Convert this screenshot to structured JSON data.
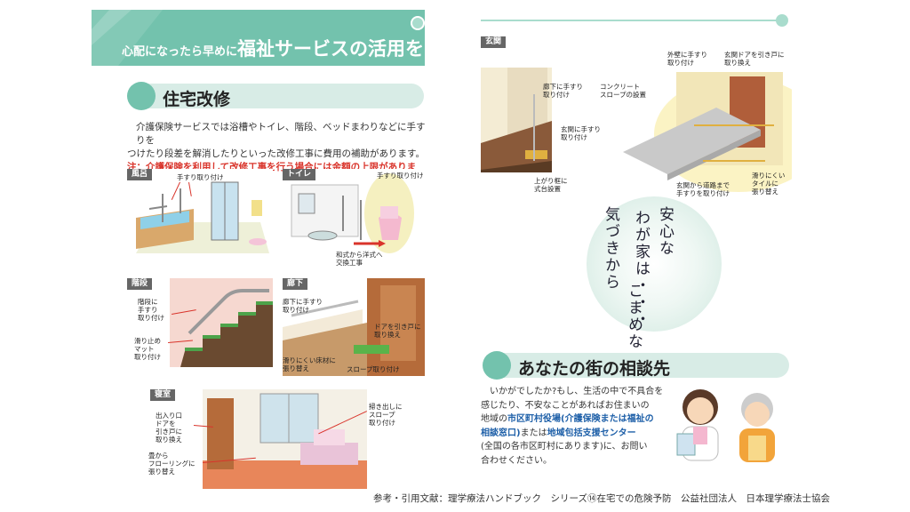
{
  "banner": {
    "small_text": "心配になったら早めに",
    "big_text": "福祉サービスの活用を"
  },
  "housing": {
    "title": "住宅改修",
    "intro_line1": "介護保険サービスでは浴槽やトイレ、階段、ベッドまわりなどに手すりを",
    "intro_line2": "つけたり段差を解消したりといった改修工事に費用の補助があります。",
    "note": "注：介護保険を利用して改修工事を行う場合には金額の上限があります。"
  },
  "panels": {
    "bath": {
      "label": "風呂",
      "note1": "手すり取り付け"
    },
    "toilet": {
      "label": "トイレ",
      "note1": "手すり取り付け",
      "note2_l1": "和式から洋式へ",
      "note2_l2": "交換工事"
    },
    "stairs": {
      "label": "階段",
      "note1_l1": "階段に",
      "note1_l2": "手すり",
      "note1_l3": "取り付け",
      "note2_l1": "滑り止め",
      "note2_l2": "マット",
      "note2_l3": "取り付け"
    },
    "hallway": {
      "label": "廊下",
      "note1_l1": "廊下に手すり",
      "note1_l2": "取り付け",
      "note2_l1": "ドアを引き戸に",
      "note2_l2": "取り換え",
      "note3_l1": "滑りにくい床材に",
      "note3_l2": "張り替え",
      "note4": "スロープ取り付け"
    },
    "bedroom": {
      "label": "寝室",
      "note1_l1": "出入り口",
      "note1_l2": "ドアを",
      "note1_l3": "引き戸に",
      "note1_l4": "取り換え",
      "note2_l1": "畳から",
      "note2_l2": "フローリングに",
      "note2_l3": "張り替え",
      "note3_l1": "掃き出しに",
      "note3_l2": "スロープ",
      "note3_l3": "取り付け"
    },
    "entrance": {
      "label": "玄関",
      "note1_l1": "廊下に手すり",
      "note1_l2": "取り付け",
      "note2_l1": "玄関に手すり",
      "note2_l2": "取り付け",
      "note3_l1": "上がり框に",
      "note3_l2": "式台設置",
      "note4_l1": "外壁に手すり",
      "note4_l2": "取り付け",
      "note5_l1": "玄関ドアを引き戸に",
      "note5_l2": "取り換え",
      "note6_l1": "コンクリート",
      "note6_l2": "スロープの設置",
      "note7_l1": "玄関から道路まで",
      "note7_l2": "手すりを取り付け",
      "note8_l1": "滑りにくい",
      "note8_l2": "タイルに",
      "note8_l3": "張り替え"
    }
  },
  "calligraphy": {
    "col1": "安心な",
    "col2": "わが家は・・・",
    "col3": "こまめな",
    "col4": "気づきから"
  },
  "consult": {
    "title": "あなたの街の相談先",
    "l1": "いかがでしたか?もし、生活の中で不具合を",
    "l2": "感じたり、不安なことがあればお住まいの",
    "l3_a": "地域の",
    "l3_b": "市区町村役場(介護保険または福祉の",
    "l4_a": "相談窓口)",
    "l4_b": "または",
    "l4_c": "地域包括支援センター",
    "l5": "(全国の各市区町村にあります)に、お問い",
    "l6": "合わせください。"
  },
  "footer": "参考・引用文献：理学療法ハンドブック　シリーズ⑭在宅での危険予防　公益社団法人　日本理学療法士協会",
  "colors": {
    "accent": "#73c2ad",
    "accent_light": "#d8ece6",
    "note_red": "#d9342b",
    "link_blue": "#1d5fa8"
  }
}
